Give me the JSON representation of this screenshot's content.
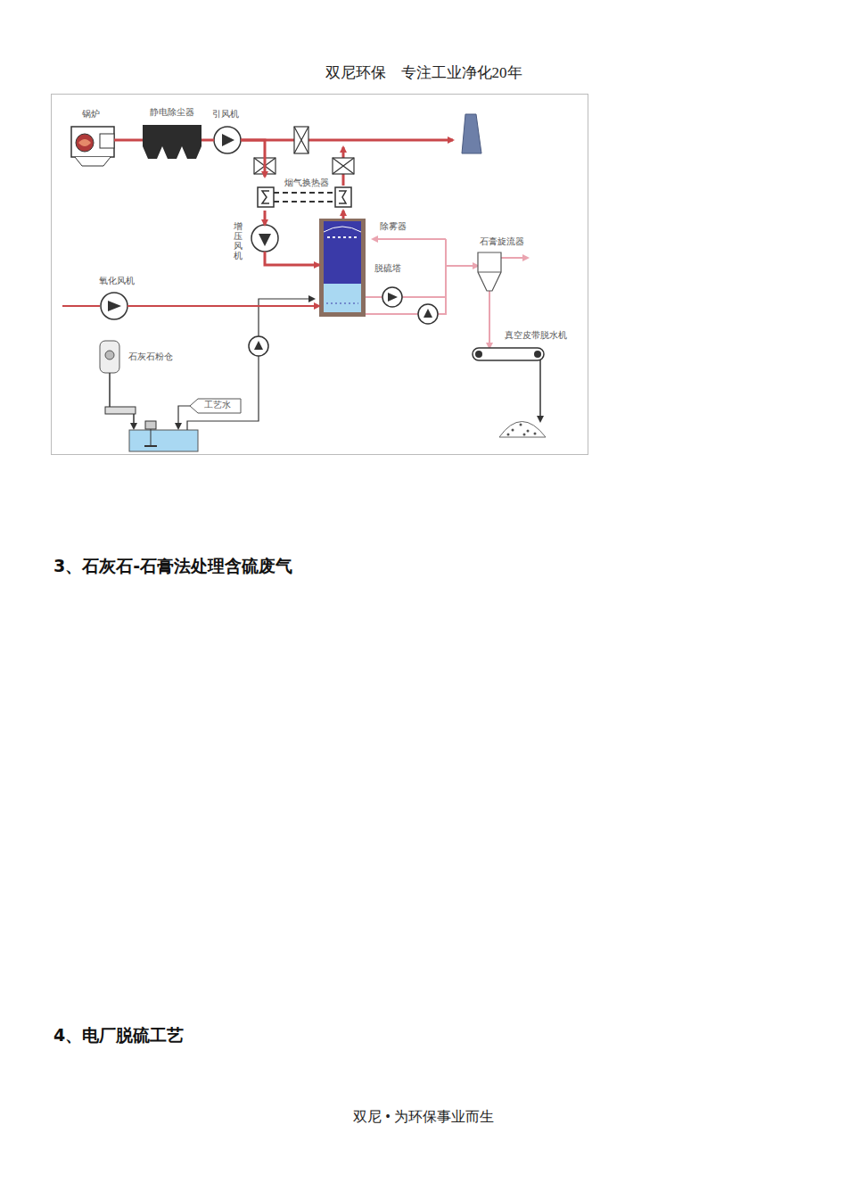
{
  "diagram": {
    "nodes": [
      {
        "text": [
          "锅炉"
        ]
      },
      {
        "text": [
          "静电除尘器"
        ]
      },
      {
        "text": [
          "引风机"
        ]
      },
      {
        "text": [
          "烟气换热器"
        ]
      },
      {
        "text": [
          "增压风机"
        ]
      },
      {
        "text": [
          "脱硫塔"
        ]
      },
      {
        "text": [
          "石膏旋流器"
        ]
      },
      {
        "text": [
          "真空皮带脱水机"
        ]
      },
      {
        "text": [
          "氧化风机"
        ]
      },
      {
        "text": [
          "石灰石粉仓"
        ]
      },
      {
        "text": [
          "工艺水"
        ]
      }
    ],
    "edges": [
      {
        "from": 0,
        "to": 1,
        "arrow": "none"
      },
      {
        "from": 1,
        "to": 2,
        "arrow": "none"
      },
      {
        "from": 2,
        "to": 3,
        "arrow": "to"
      },
      {
        "from": 3,
        "to": 4,
        "arrow": "to"
      },
      {
        "from": 4,
        "to": 5,
        "arrow": "to"
      },
      {
        "from": 5,
        "to": 3,
        "arrow": "to"
      },
      {
        "from": 8,
        "to": 5,
        "arrow": "to"
      },
      {
        "from": 5,
        "to": 6,
        "arrow": "to"
      },
      {
        "from": 6,
        "to": 7,
        "arrow": "to"
      }
    ],
    "labels": [
      "双尼环保　专注工业净化20年",
      "除雾器",
      "3、石灰石-石膏法处理含硫废气",
      "4、电厂脱硫工艺",
      "双尼 • 为环保事业而生"
    ]
  }
}
